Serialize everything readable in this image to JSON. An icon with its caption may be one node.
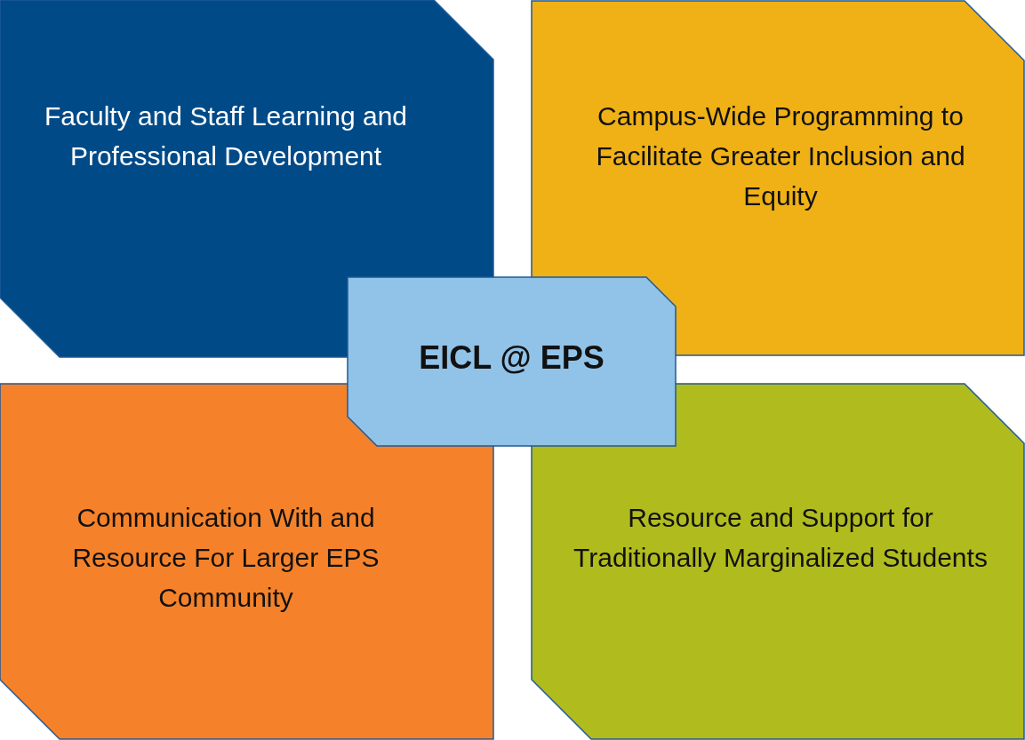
{
  "diagram": {
    "nodes": [
      {
        "text": [
          "Faculty and Staff Learning and Professional Development"
        ]
      },
      {
        "text": [
          "Campus-Wide Programming to Facilitate Greater Inclusion and Equity"
        ]
      },
      {
        "text": [
          "Communication With and Resource For Larger EPS Community"
        ]
      },
      {
        "text": [
          "Resource and Support for Traditionally Marginalized Students"
        ]
      },
      {
        "text": [
          "EICL @ EPS"
        ]
      }
    ],
    "edges": []
  }
}
